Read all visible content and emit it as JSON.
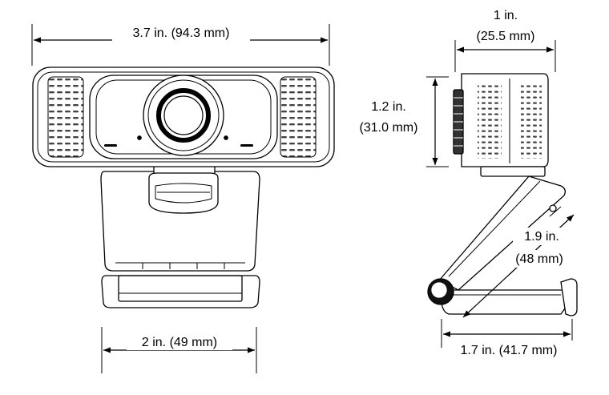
{
  "dimensions": {
    "front_width": "3.7 in. (94.3 mm)",
    "side_depth_in": "1 in.",
    "side_depth_mm": "(25.5 mm)",
    "side_height_in": "1.2 in.",
    "side_height_mm": "(31.0 mm)",
    "clip_length_in": "1.9 in.",
    "clip_length_mm": "(48 mm)",
    "base_width": "2 in. (49 mm)",
    "side_base_width": "1.7 in. (41.7 mm)"
  }
}
